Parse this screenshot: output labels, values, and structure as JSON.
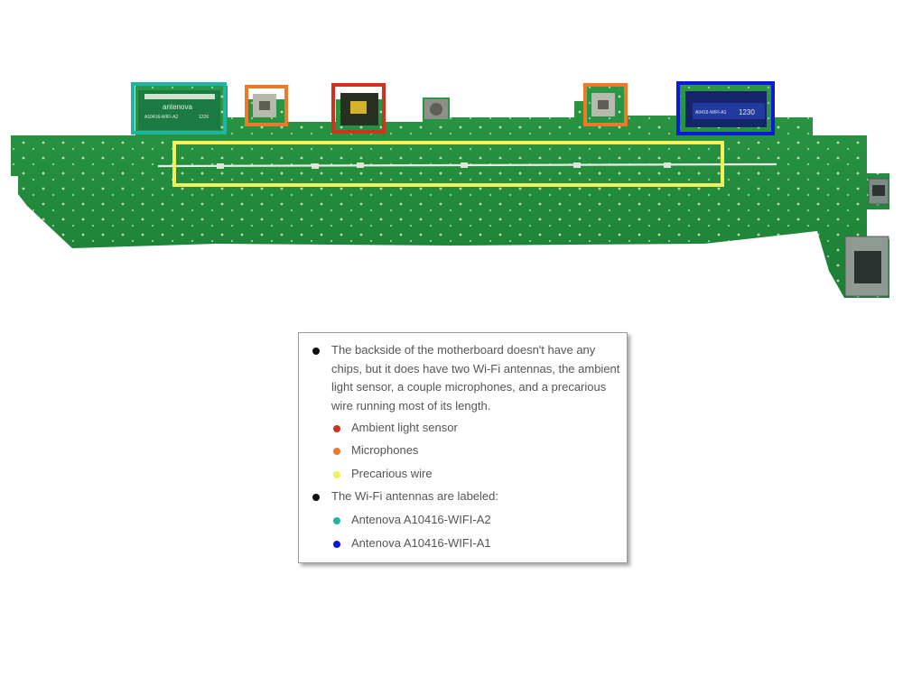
{
  "photo": {
    "alt": "Backside of a motherboard with highlighted components",
    "chip_labels": {
      "antenna_a2_brand": "antenova",
      "antenna_a2_part": "A10416-WIFI-A2",
      "antenna_a2_code": "1226",
      "antenna_a1_part": "A0416-WIFI-A1",
      "antenna_a1_code": "1230"
    }
  },
  "colors": {
    "board": "#1f8a3a",
    "ambient_light_sensor": "#d0321e",
    "microphones": "#ec7a2a",
    "precarious_wire": "#f3f05a",
    "antenna_a2": "#1fb5a3",
    "antenna_a1": "#0b1ad6"
  },
  "caption": {
    "intro": "The backside of the motherboard doesn't have any chips, but it does have two Wi-Fi antennas, the ambient light sensor, a couple microphones, and a precarious wire running most of its length.",
    "legend": [
      {
        "label": "Ambient light sensor",
        "color": "#d0321e"
      },
      {
        "label": "Microphones",
        "color": "#ec7a2a"
      },
      {
        "label": "Precarious wire",
        "color": "#f3f05a"
      }
    ],
    "antennas_heading": "The Wi-Fi antennas are labeled:",
    "antennas": [
      {
        "label": "Antenova A10416-WIFI-A2",
        "color": "#1fb5a3"
      },
      {
        "label": "Antenova A10416-WIFI-A1",
        "color": "#0b1ad6"
      }
    ]
  }
}
